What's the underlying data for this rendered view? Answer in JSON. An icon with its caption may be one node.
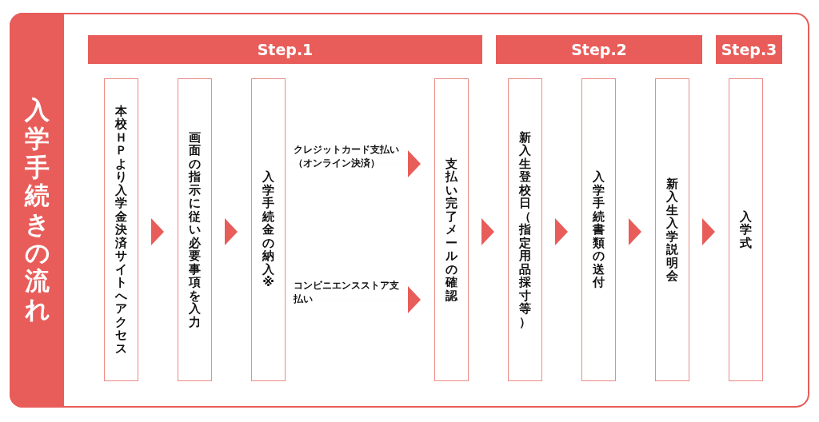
{
  "diagram": {
    "title": "入学手続きの流れ",
    "nodes": [
      {
        "text": [
          "Step.1"
        ]
      },
      {
        "text": [
          "Step.2"
        ]
      },
      {
        "text": [
          "Step.3"
        ]
      },
      {
        "text": [
          "本校ＨＰより入学金決済サイトへアクセス"
        ]
      },
      {
        "text": [
          "画面の指示に従い必要事項を入力"
        ]
      },
      {
        "text": [
          "入学手続金の納入 ※"
        ]
      },
      {
        "text": [
          "支払い完了メールの確認"
        ]
      },
      {
        "text": [
          "新入生登校日（指定用品採寸等）"
        ]
      },
      {
        "text": [
          "入学手続書類の送付"
        ]
      },
      {
        "text": [
          "新入生入学説明会"
        ]
      },
      {
        "text": [
          "入学式"
        ]
      }
    ],
    "edges": [
      {
        "from": 3,
        "to": 4,
        "arrow": "to"
      },
      {
        "from": 4,
        "to": 5,
        "arrow": "to"
      },
      {
        "from": 5,
        "to": 6,
        "arrow": "to",
        "label": "クレジットカード支払い（オンライン決済）"
      },
      {
        "from": 5,
        "to": 6,
        "arrow": "to",
        "label": "コンビニエンスストア支払い"
      },
      {
        "from": 6,
        "to": 7,
        "arrow": "to"
      },
      {
        "from": 7,
        "to": 8,
        "arrow": "to"
      },
      {
        "from": 8,
        "to": 9,
        "arrow": "to"
      },
      {
        "from": 9,
        "to": 10,
        "arrow": "to"
      }
    ]
  }
}
